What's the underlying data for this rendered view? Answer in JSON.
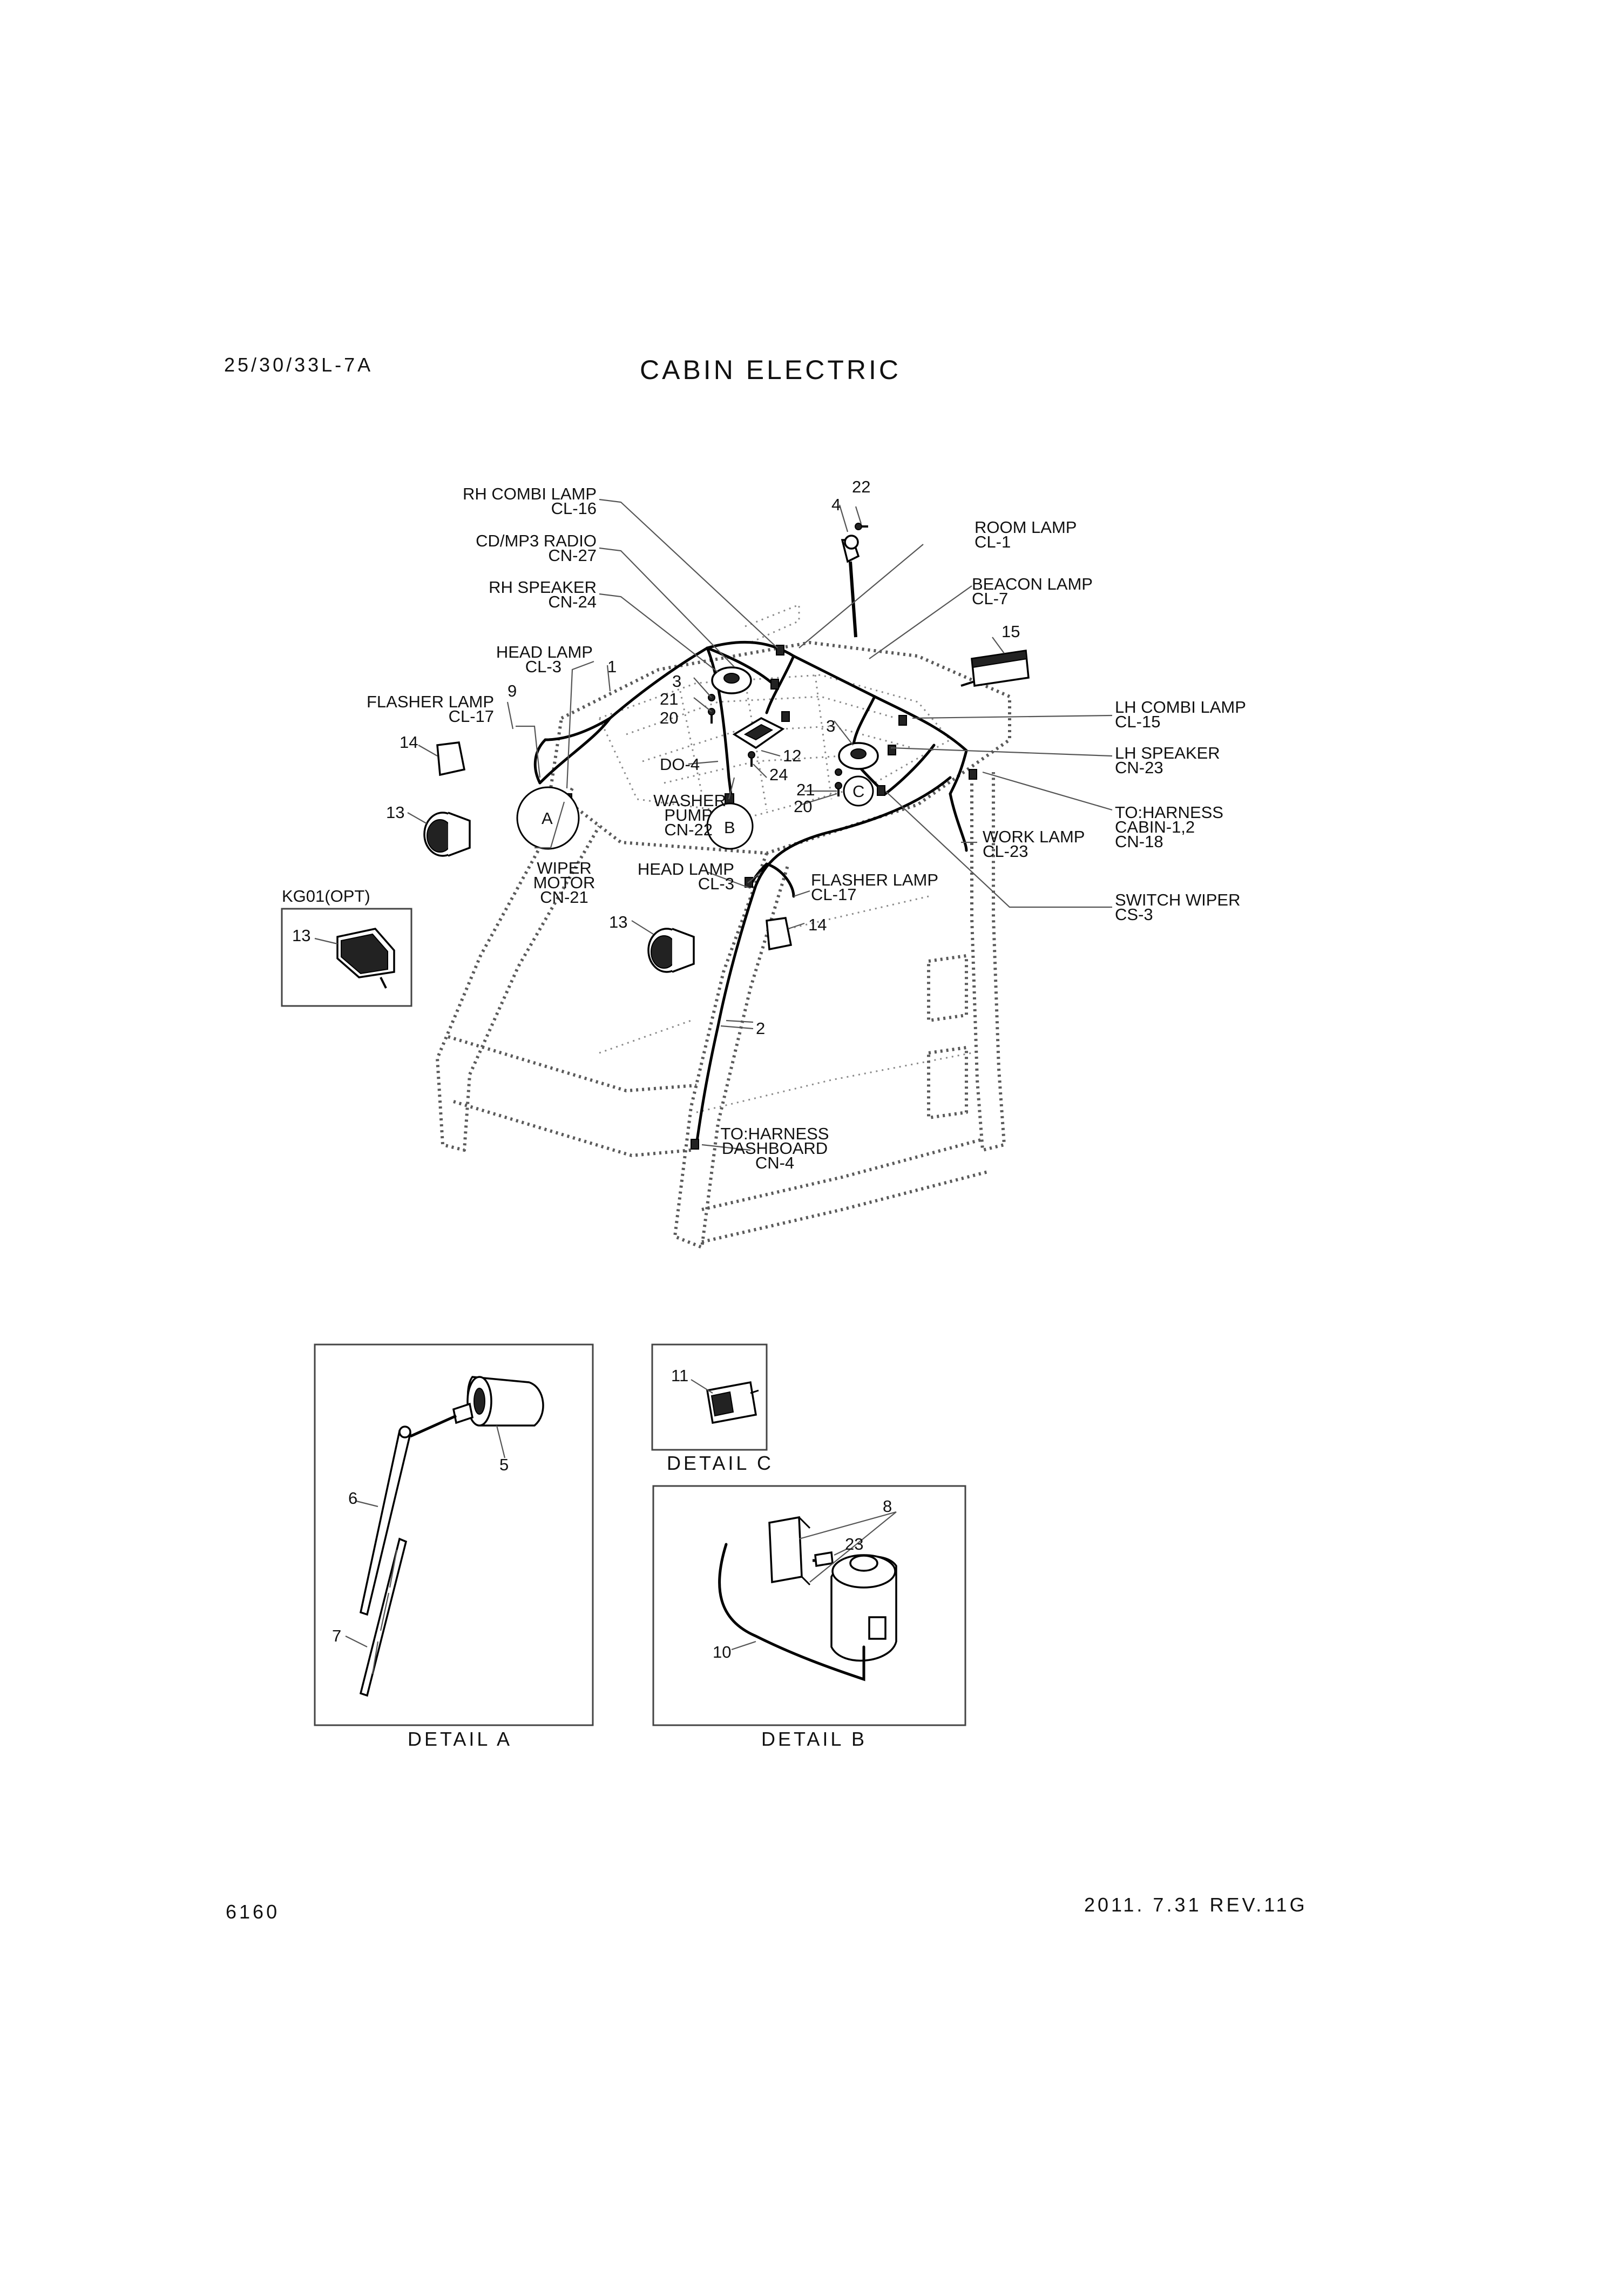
{
  "header": {
    "model": "25/30/33L-7A",
    "title": "CABIN ELECTRIC"
  },
  "footer": {
    "page_number": "6160",
    "revision": "2011. 7.31  REV.11G"
  },
  "callouts": {
    "rh_combi_lamp": {
      "name": "RH COMBI LAMP",
      "code": "CL-16"
    },
    "cd_mp3_radio": {
      "name": "CD/MP3  RADIO",
      "code": "CN-27"
    },
    "rh_speaker": {
      "name": "RH SPEAKER",
      "code": "CN-24"
    },
    "head_lamp_rh": {
      "name": "HEAD LAMP",
      "code": "CL-3"
    },
    "flasher_lamp_rh": {
      "name": "FLASHER LAMP",
      "code": "CL-17"
    },
    "room_lamp": {
      "name": "ROOM LAMP",
      "code": "CL-1"
    },
    "beacon_lamp": {
      "name": "BEACON LAMP",
      "code": "CL-7"
    },
    "lh_combi_lamp": {
      "name": "LH COMBI LAMP",
      "code": "CL-15"
    },
    "lh_speaker": {
      "name": "LH SPEAKER",
      "code": "CN-23"
    },
    "to_harness_cabin": {
      "line1": "TO:HARNESS",
      "line2": "CABIN-1,2",
      "code": "CN-18"
    },
    "work_lamp": {
      "name": "WORK LAMP",
      "code": "CL-23"
    },
    "switch_wiper": {
      "name": "SWITCH WIPER",
      "code": "CS-3"
    },
    "washer_pump": {
      "line1": "WASHER",
      "line2": "PUMP",
      "code": "CN-22"
    },
    "wiper_motor": {
      "line1": "WIPER",
      "line2": "MOTOR",
      "code": "CN-21"
    },
    "head_lamp_lh": {
      "name": "HEAD LAMP",
      "code": "CL-3"
    },
    "flasher_lamp_lh": {
      "name": "FLASHER LAMP",
      "code": "CL-17"
    },
    "to_harness_dashboard": {
      "line1": "TO:HARNESS",
      "line2": "DASHBOARD",
      "code": "CN-4"
    },
    "do4": "DO-4",
    "option": "KG01(OPT)"
  },
  "part_numbers": {
    "p1": "1",
    "p2": "2",
    "p3a": "3",
    "p3b": "3",
    "p4": "4",
    "p5": "5",
    "p6": "6",
    "p7": "7",
    "p8": "8",
    "p9": "9",
    "p10": "10",
    "p11": "11",
    "p12": "12",
    "p13a": "13",
    "p13b": "13",
    "p13c": "13",
    "p14a": "14",
    "p14b": "14",
    "p15": "15",
    "p20a": "20",
    "p20b": "20",
    "p21a": "21",
    "p21b": "21",
    "p22": "22",
    "p23": "23",
    "p24": "24"
  },
  "detail_markers": {
    "a": "A",
    "b": "B",
    "c": "C"
  },
  "details": {
    "a": "DETAIL A",
    "b": "DETAIL B",
    "c": "DETAIL C"
  }
}
